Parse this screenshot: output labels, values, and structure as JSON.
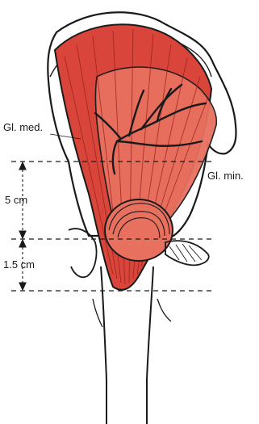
{
  "labels": {
    "gluteus_medius": "Gl. med.",
    "gluteus_minimus": "Gl. min.",
    "upper_distance": "5 cm",
    "lower_distance": "1.5 cm"
  },
  "colors": {
    "outline": "#1a1a1a",
    "muscle_med": "#d9453a",
    "muscle_min": "#e8705f",
    "muscle_dark": "#c23328",
    "background": "#ffffff"
  }
}
